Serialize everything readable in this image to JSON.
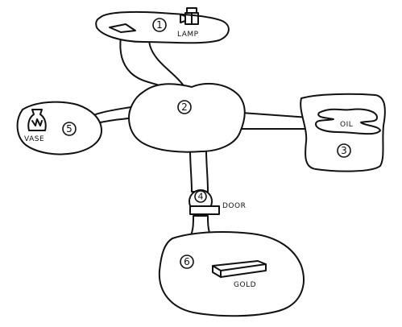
{
  "rooms": [
    {
      "id": "1",
      "item": "LAMP"
    },
    {
      "id": "2",
      "item": ""
    },
    {
      "id": "3",
      "item": "OIL"
    },
    {
      "id": "4",
      "item": "DOOR"
    },
    {
      "id": "5",
      "item": "VASE"
    },
    {
      "id": "6",
      "item": "GOLD"
    }
  ],
  "colors": {
    "ink": "#111111",
    "paper": "#ffffff"
  }
}
